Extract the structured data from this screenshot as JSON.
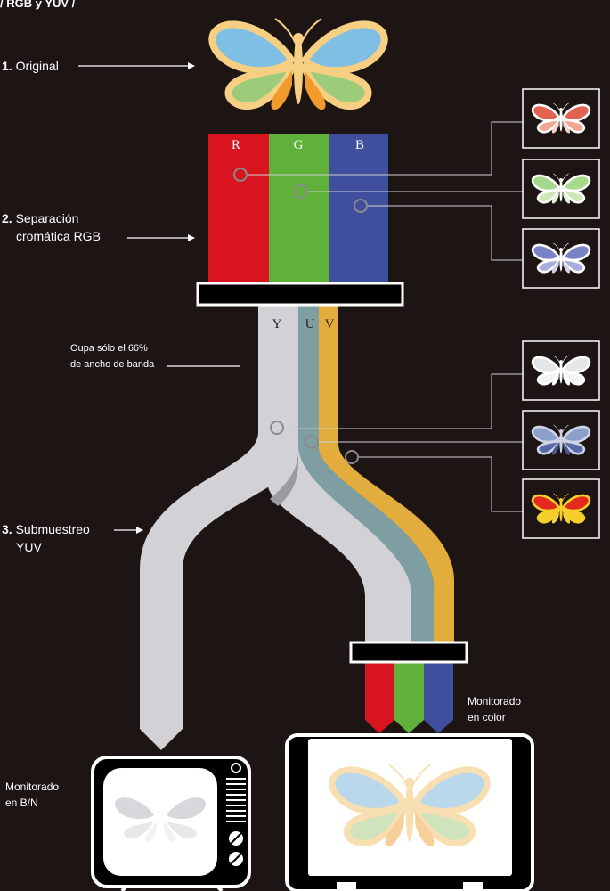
{
  "header": {
    "title": "/ RGB y YUV /"
  },
  "steps": {
    "s1": {
      "num": "1.",
      "label": "Original"
    },
    "s2": {
      "num": "2.",
      "line1": "Separación",
      "line2": "cromática RGB"
    },
    "s3": {
      "num": "3.",
      "line1": "Submuestreo",
      "line2": "YUV"
    }
  },
  "bandwidth_note": {
    "line1": "Oupa sólo el 66%",
    "line2": "de ancho de banda"
  },
  "channels": {
    "rgb": [
      {
        "letter": "R",
        "color": "#d8141f"
      },
      {
        "letter": "G",
        "color": "#5fb13a"
      },
      {
        "letter": "B",
        "color": "#3f4f9d"
      }
    ],
    "yuv": [
      {
        "letter": "Y",
        "color": "#d2d2d6"
      },
      {
        "letter": "U",
        "color": "#7e9ea2"
      },
      {
        "letter": "V",
        "color": "#e3ad3e"
      }
    ]
  },
  "monitors": {
    "bw": {
      "line1": "Monitorado",
      "line2": "en B/N"
    },
    "color": {
      "line1": "Monitorado",
      "line2": "en color"
    }
  },
  "butterfly_colors": {
    "original": {
      "upper": "#7fbfe4",
      "lower": "#9ccc7a",
      "inner": "#f39a2c",
      "outline": "#f6cf83",
      "body": "#f6cf83"
    },
    "r": {
      "upper": "#e2644f",
      "lower": "#f2a58f",
      "inner": "#f8d2c4",
      "outline": "#ffffff",
      "body": "#ffffff"
    },
    "g": {
      "upper": "#a7d98b",
      "lower": "#cde8b9",
      "inner": "#e2f2d4",
      "outline": "#ffffff",
      "body": "#ffffff"
    },
    "b": {
      "upper": "#7a82c8",
      "lower": "#a7acdc",
      "inner": "#cfd2ef",
      "outline": "#ffffff",
      "body": "#ffffff"
    },
    "y": {
      "upper": "#e6e6ea",
      "lower": "#f4f4f6",
      "inner": "#ffffff",
      "outline": "#ffffff",
      "body": "#ffffff"
    },
    "u": {
      "upper": "#8c9fc8",
      "lower": "#5a6aa8",
      "inner": "#4a578e",
      "outline": "#cfd3e6",
      "body": "#d0d4e6"
    },
    "v": {
      "upper": "#e42a1f",
      "lower": "#f4cf2a",
      "inner": "#f6d23a",
      "outline": "#f6cf2a",
      "body": "#f6cf2a"
    },
    "tv_bw": {
      "upper": "#d8d8dc",
      "lower": "#e8e8ea",
      "inner": "#f2f2f4",
      "outline": "#ffffff",
      "body": "#ffffff"
    },
    "tv_color": {
      "upper": "#b9d8ec",
      "lower": "#cfe3bd",
      "inner": "#f7cf99",
      "outline": "#f7dfb1",
      "body": "#f7dfb1"
    }
  }
}
